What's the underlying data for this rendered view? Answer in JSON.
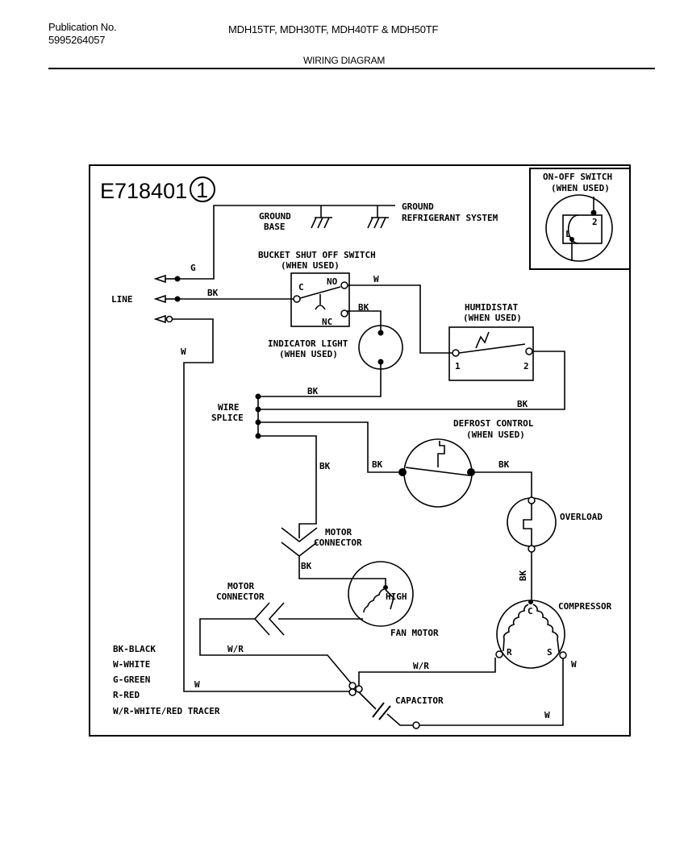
{
  "header": {
    "publication_label": "Publication No.",
    "publication_number": "5995264057",
    "models": "MDH15TF, MDH30TF, MDH40TF & MDH50TF",
    "section_title": "WIRING DIAGRAM"
  },
  "diagram": {
    "id": "E718401",
    "sheet": "1",
    "labels": {
      "ground_base": [
        "GROUND",
        "BASE"
      ],
      "ground_refrigerant": [
        "GROUND",
        "REFRIGERANT SYSTEM"
      ],
      "onoff_switch": [
        "ON-OFF SWITCH",
        "(WHEN USED)"
      ],
      "onoff_terminals": [
        "L",
        "2"
      ],
      "bucket_switch": [
        "BUCKET SHUT OFF SWITCH",
        "(WHEN USED)"
      ],
      "bucket_terminals": [
        "C",
        "NO",
        "NC"
      ],
      "line": "LINE",
      "indicator_light": [
        "INDICATOR LIGHT",
        "(WHEN USED)"
      ],
      "humidistat": [
        "HUMIDISTAT",
        "(WHEN USED)"
      ],
      "humidistat_terminals": [
        "1",
        "2"
      ],
      "wire_splice": [
        "WIRE",
        "SPLICE"
      ],
      "defrost_control": [
        "DEFROST CONTROL",
        "(WHEN USED)"
      ],
      "overload": "OVERLOAD",
      "motor_connector": [
        "MOTOR",
        "CONNECTOR"
      ],
      "high": "HIGH",
      "fan_motor": "FAN MOTOR",
      "compressor": "COMPRESSOR",
      "compressor_terminals": [
        "C",
        "R",
        "S"
      ],
      "capacitor": "CAPACITOR"
    },
    "wire_labels": {
      "g": "G",
      "bk": "BK",
      "w": "W",
      "wr": "W/R"
    },
    "legend": [
      "BK-BLACK",
      "W-WHITE",
      "G-GREEN",
      "R-RED",
      "W/R-WHITE/RED TRACER"
    ]
  }
}
